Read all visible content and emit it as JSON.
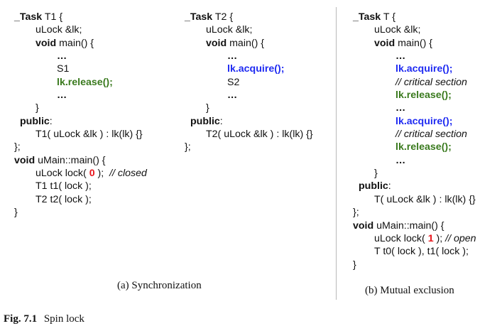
{
  "panels": [
    {
      "lines": [
        {
          "lvl": 0,
          "segs": [
            {
              "t": "_Task",
              "s": "b"
            },
            {
              "t": " T1 {",
              "s": ""
            }
          ]
        },
        {
          "lvl": 1,
          "segs": [
            {
              "t": "uLock &lk;",
              "s": ""
            }
          ]
        },
        {
          "lvl": 1,
          "segs": [
            {
              "t": "void",
              "s": "b"
            },
            {
              "t": " main() {",
              "s": ""
            }
          ]
        },
        {
          "lvl": 2,
          "segs": [
            {
              "t": "…",
              "s": "dots"
            }
          ]
        },
        {
          "lvl": 2,
          "segs": [
            {
              "t": "S1",
              "s": ""
            }
          ]
        },
        {
          "lvl": 2,
          "segs": [
            {
              "t": "lk.release();",
              "s": "green"
            }
          ]
        },
        {
          "lvl": 2,
          "segs": [
            {
              "t": "…",
              "s": "dots"
            }
          ]
        },
        {
          "lvl": 1,
          "segs": [
            {
              "t": "}",
              "s": ""
            }
          ]
        },
        {
          "lvl": "p",
          "segs": [
            {
              "t": "public",
              "s": "b"
            },
            {
              "t": ":",
              "s": ""
            }
          ]
        },
        {
          "lvl": 1,
          "segs": [
            {
              "t": "T1( uLock &lk ) : lk(lk) {}",
              "s": ""
            }
          ]
        },
        {
          "lvl": 0,
          "segs": [
            {
              "t": "};",
              "s": ""
            }
          ]
        },
        {
          "lvl": 0,
          "segs": [
            {
              "t": "void",
              "s": "b"
            },
            {
              "t": " uMain::main() {",
              "s": ""
            }
          ]
        },
        {
          "lvl": 1,
          "segs": [
            {
              "t": "uLock lock( ",
              "s": ""
            },
            {
              "t": "0",
              "s": "red"
            },
            {
              "t": " );  ",
              "s": ""
            },
            {
              "t": "// closed",
              "s": "i"
            }
          ]
        },
        {
          "lvl": 1,
          "segs": [
            {
              "t": "T1 t1( lock );",
              "s": ""
            }
          ]
        },
        {
          "lvl": 1,
          "segs": [
            {
              "t": "T2 t2( lock );",
              "s": ""
            }
          ]
        },
        {
          "lvl": 0,
          "segs": [
            {
              "t": "}",
              "s": ""
            }
          ]
        }
      ]
    },
    {
      "lines": [
        {
          "lvl": 0,
          "segs": [
            {
              "t": "_Task",
              "s": "b"
            },
            {
              "t": " T2 {",
              "s": ""
            }
          ]
        },
        {
          "lvl": 1,
          "segs": [
            {
              "t": "uLock &lk;",
              "s": ""
            }
          ]
        },
        {
          "lvl": 1,
          "segs": [
            {
              "t": "void",
              "s": "b"
            },
            {
              "t": " main() {",
              "s": ""
            }
          ]
        },
        {
          "lvl": 2,
          "segs": [
            {
              "t": "…",
              "s": "dots"
            }
          ]
        },
        {
          "lvl": 2,
          "segs": [
            {
              "t": "lk.acquire();",
              "s": "blue"
            }
          ]
        },
        {
          "lvl": 2,
          "segs": [
            {
              "t": "S2",
              "s": ""
            }
          ]
        },
        {
          "lvl": 2,
          "segs": [
            {
              "t": "…",
              "s": "dots"
            }
          ]
        },
        {
          "lvl": 1,
          "segs": [
            {
              "t": "}",
              "s": ""
            }
          ]
        },
        {
          "lvl": "p",
          "segs": [
            {
              "t": "public",
              "s": "b"
            },
            {
              "t": ":",
              "s": ""
            }
          ]
        },
        {
          "lvl": 1,
          "segs": [
            {
              "t": "T2( uLock &lk ) : lk(lk) {}",
              "s": ""
            }
          ]
        },
        {
          "lvl": 0,
          "segs": [
            {
              "t": "};",
              "s": ""
            }
          ]
        }
      ]
    },
    {
      "lines": [
        {
          "lvl": 0,
          "segs": [
            {
              "t": "_Task",
              "s": "b"
            },
            {
              "t": " T {",
              "s": ""
            }
          ]
        },
        {
          "lvl": 1,
          "segs": [
            {
              "t": "uLock &lk;",
              "s": ""
            }
          ]
        },
        {
          "lvl": 1,
          "segs": [
            {
              "t": "void",
              "s": "b"
            },
            {
              "t": " main() {",
              "s": ""
            }
          ]
        },
        {
          "lvl": 2,
          "segs": [
            {
              "t": "…",
              "s": "dots"
            }
          ]
        },
        {
          "lvl": 2,
          "segs": [
            {
              "t": "lk.acquire();",
              "s": "blue"
            }
          ]
        },
        {
          "lvl": 2,
          "segs": [
            {
              "t": "// critical section",
              "s": "i"
            }
          ]
        },
        {
          "lvl": 2,
          "segs": [
            {
              "t": "lk.release();",
              "s": "green"
            }
          ]
        },
        {
          "lvl": 2,
          "segs": [
            {
              "t": "…",
              "s": "dots"
            }
          ]
        },
        {
          "lvl": 2,
          "segs": [
            {
              "t": "lk.acquire();",
              "s": "blue"
            }
          ]
        },
        {
          "lvl": 2,
          "segs": [
            {
              "t": "// critical section",
              "s": "i"
            }
          ]
        },
        {
          "lvl": 2,
          "segs": [
            {
              "t": "lk.release();",
              "s": "green"
            }
          ]
        },
        {
          "lvl": 2,
          "segs": [
            {
              "t": "…",
              "s": "dots"
            }
          ]
        },
        {
          "lvl": 1,
          "segs": [
            {
              "t": "}",
              "s": ""
            }
          ]
        },
        {
          "lvl": "p",
          "segs": [
            {
              "t": "public",
              "s": "b"
            },
            {
              "t": ":",
              "s": ""
            }
          ]
        },
        {
          "lvl": 1,
          "segs": [
            {
              "t": "T( uLock &lk ) : lk(lk) {}",
              "s": ""
            }
          ]
        },
        {
          "lvl": 0,
          "segs": [
            {
              "t": "};",
              "s": ""
            }
          ]
        },
        {
          "lvl": 0,
          "segs": [
            {
              "t": "void",
              "s": "b"
            },
            {
              "t": " uMain::main() {",
              "s": ""
            }
          ]
        },
        {
          "lvl": 1,
          "segs": [
            {
              "t": "uLock lock( ",
              "s": ""
            },
            {
              "t": "1",
              "s": "red"
            },
            {
              "t": " ); ",
              "s": ""
            },
            {
              "t": "// open",
              "s": "i"
            }
          ]
        },
        {
          "lvl": 1,
          "segs": [
            {
              "t": "T t0( lock ), t1( lock );",
              "s": ""
            }
          ]
        },
        {
          "lvl": 0,
          "segs": [
            {
              "t": "}",
              "s": ""
            }
          ]
        }
      ]
    }
  ],
  "captions": {
    "a": "(a) Synchronization",
    "b": "(b) Mutual exclusion"
  },
  "figure": {
    "label": "Fig. 7.1",
    "title": "Spin lock"
  },
  "colors": {
    "acquire": "#1f2bf2",
    "release": "#3a7a1e",
    "value": "#e8141b"
  }
}
